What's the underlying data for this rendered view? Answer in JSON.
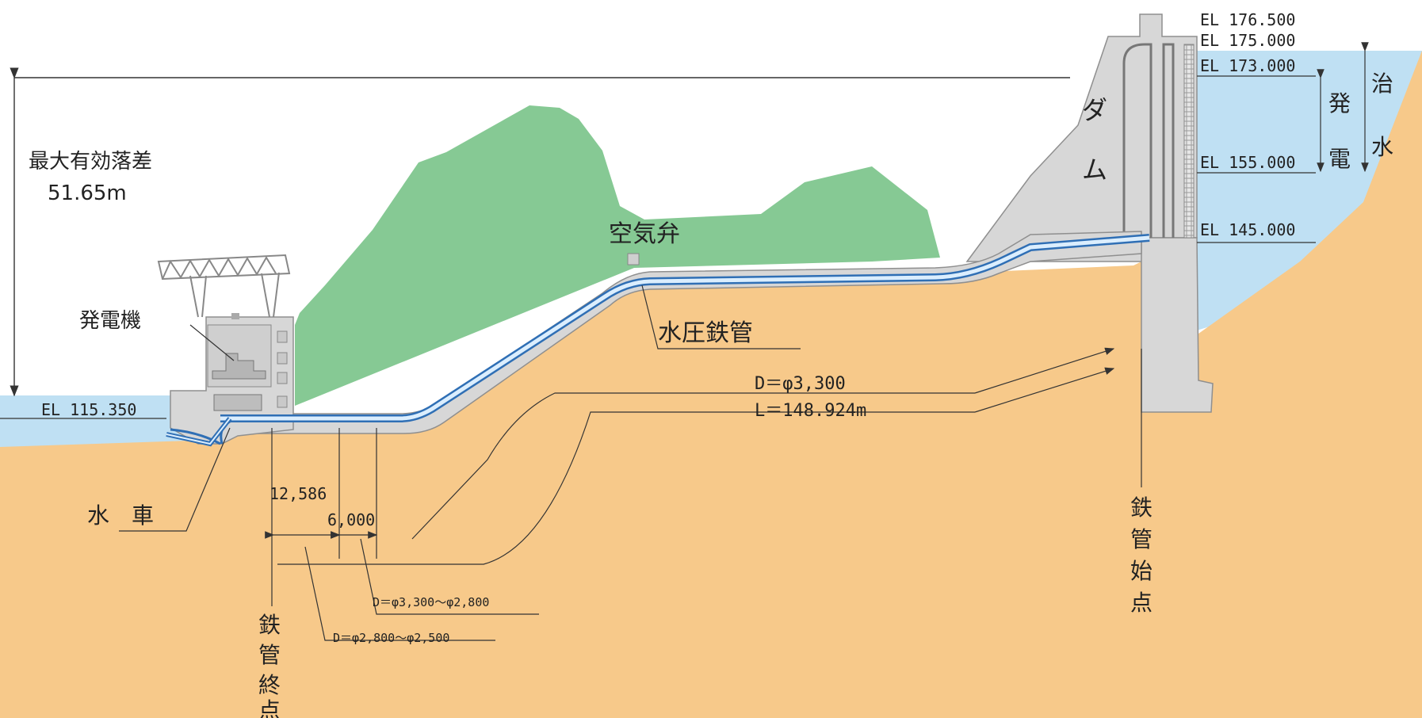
{
  "colors": {
    "ground": "#f7c98a",
    "water": "#bfe0f3",
    "concrete": "#d7d7d7",
    "concrete_stroke": "#8f8f8f",
    "hill": "#86c994",
    "hill_stroke": "#4f8f5f",
    "pipe": "#2f6fb5",
    "pipe_fill": "#dbeefe",
    "line": "#333333"
  },
  "labels": {
    "max_head_title": "最大有効落差",
    "max_head_value": "51.65m",
    "air_valve": "空気弁",
    "generator": "発電機",
    "penstock": "水圧鉄管",
    "turbine": "水　車",
    "dam_1": "ダ",
    "dam_2": "ム",
    "power_1": "発",
    "power_2": "電",
    "flood_1": "治",
    "flood_2": "水",
    "pipe_start_1": "鉄",
    "pipe_start_2": "管",
    "pipe_start_3": "始",
    "pipe_start_4": "点",
    "pipe_end_1": "鉄",
    "pipe_end_2": "管",
    "pipe_end_3": "終",
    "pipe_end_4": "点"
  },
  "elevations": {
    "el_176": "EL 176.500",
    "el_175": "EL 175.000",
    "el_173": "EL 173.000",
    "el_155": "EL 155.000",
    "el_145": "EL 145.000",
    "el_115": "EL 115.350"
  },
  "dimensions": {
    "diameter_main": "D＝φ3,300",
    "length_main": "L＝148.924m",
    "dim_12586": "12,586",
    "dim_6000": "6,000",
    "diameter_taper1": "D＝φ3,300～φ2,800",
    "diameter_taper2": "D＝φ2,800～φ2,500"
  }
}
